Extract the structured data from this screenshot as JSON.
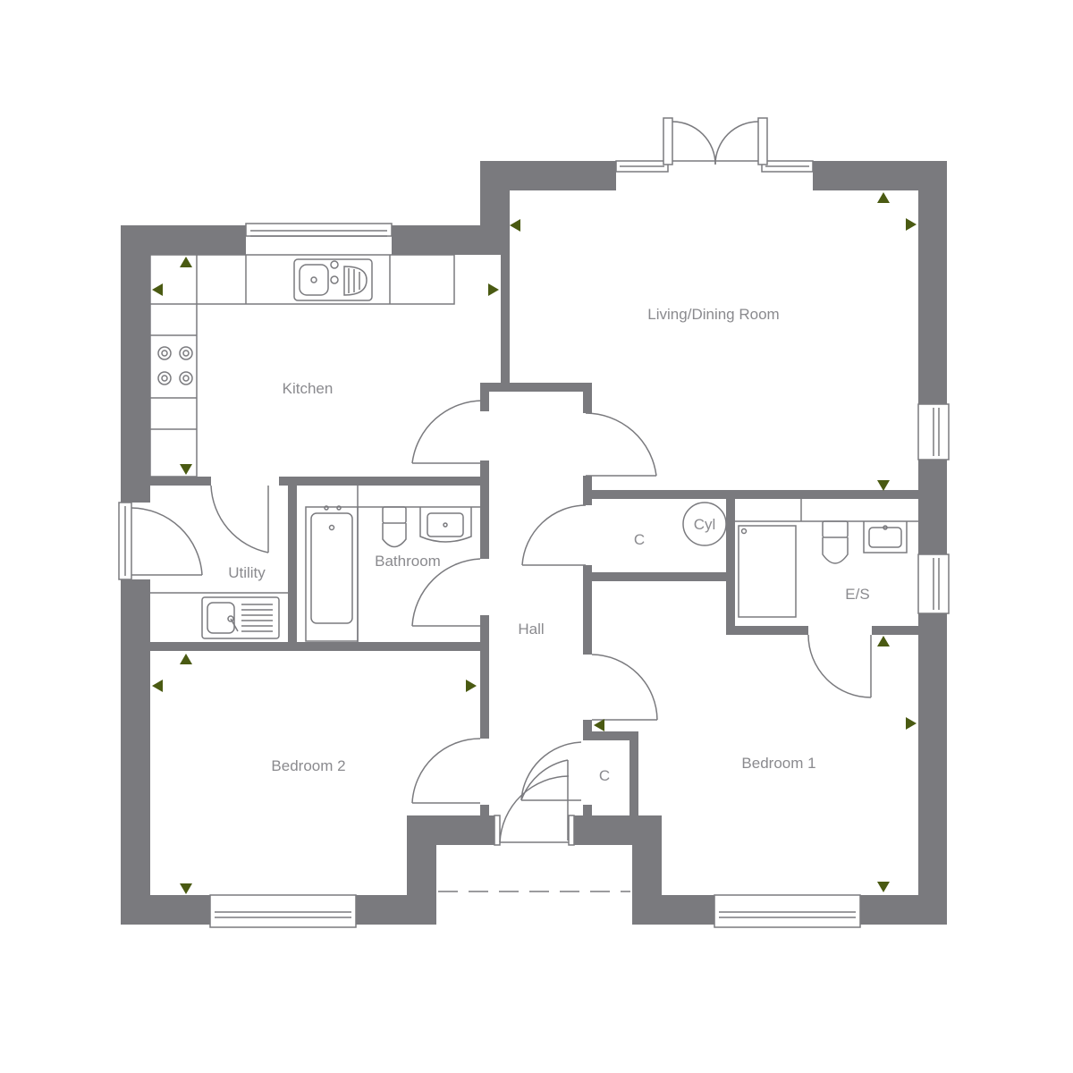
{
  "rooms": {
    "living": "Living/Dining Room",
    "kitchen": "Kitchen",
    "utility": "Utility",
    "bathroom": "Bathroom",
    "hall": "Hall",
    "cupboard_top": "C",
    "cylinder": "Cyl",
    "ensuite": "E/S",
    "bedroom1": "Bedroom 1",
    "bedroom2": "Bedroom 2",
    "cupboard_bottom": "C"
  },
  "colors": {
    "walls": "#7a7a7e",
    "text": "#8a8a8e",
    "dimension_markers": "#4a5a12"
  },
  "icons": [
    "dimension-arrow-icon",
    "sink-icon",
    "hob-icon",
    "toilet-icon",
    "bath-icon",
    "shower-icon",
    "basin-icon",
    "cylinder-icon"
  ]
}
